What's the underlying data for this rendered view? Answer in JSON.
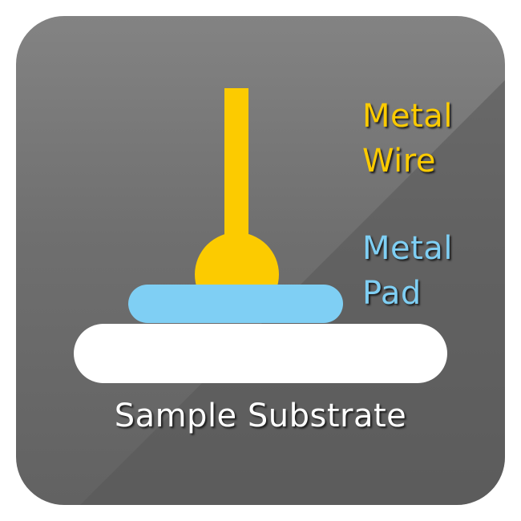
{
  "diagram": {
    "wire_label": [
      "Metal",
      "Wire"
    ],
    "pad_label": [
      "Metal",
      "Pad"
    ],
    "substrate_label": "Sample Substrate"
  },
  "colors": {
    "wire": "#fccb00",
    "pad": "#7fcff4",
    "substrate": "#ffffff",
    "background": "#6f6f6f",
    "background_shade": "#585858"
  },
  "icons": [
    "rounded-square-tile",
    "wire-bond-diagram"
  ]
}
